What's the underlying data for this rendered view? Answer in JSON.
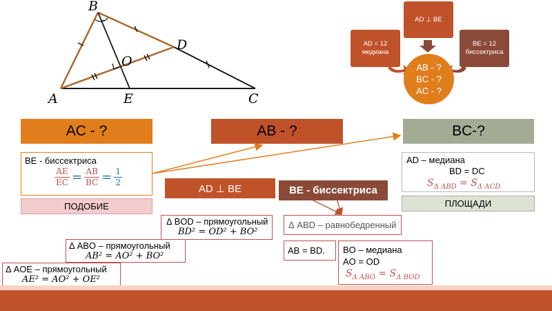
{
  "figure": {
    "points": {
      "A": "A",
      "B": "B",
      "C": "C",
      "D": "D",
      "E": "E",
      "O": "O"
    }
  },
  "headers": {
    "ac": "AC - ?",
    "ab": "AB - ?",
    "bc": "BC-?"
  },
  "left_box": {
    "title": "BE - биссектриса",
    "f1_num": "AE",
    "f1_den": "EC",
    "eq1": "=",
    "f2_num": "AB",
    "f2_den": "BC",
    "eq2": "=",
    "f3_num": "1",
    "f3_den": "2",
    "method": "ПОДОБИЕ"
  },
  "right_box": {
    "line1": "AD – медиана",
    "line2": "BD = DC",
    "s1": "S",
    "sub1": "Δ ABD",
    "eq": " = ",
    "s2": "S",
    "sub2": "Δ ACD",
    "method": "ПЛОЩАДИ"
  },
  "middle": {
    "perp": "AD ⊥ BE",
    "bisector": "BE - биссектриса",
    "isosceles_tri": "Δ",
    "isosceles": "ABD – равнобедренный",
    "ab_bd": "AB = BD.",
    "bo_median": "BO – медиана",
    "ao_od": "AO = OD",
    "sa": "S",
    "sa_sub": "Δ ABO",
    "sa_eq": " = ",
    "sb": "S",
    "sb_sub": "Δ BOD"
  },
  "right_triangles": {
    "bod_label": "Δ BOD – прямоугольный",
    "bod_formula": "BD² = OD² + BO²",
    "abo_label": "Δ ABO – прямоугольный",
    "abo_formula": "AB² = AO² + BO²",
    "aoe_label": "Δ AOE – прямоугольный",
    "aoe_formula": "AE² = AO² + OE²"
  },
  "hierarchy": {
    "top": "AD ⊥ BE",
    "left_line1": "AD = 12",
    "left_line2": "медиана",
    "right_line1": "BE = 12",
    "right_line2": "биссектриса",
    "center_line1": "AB - ?",
    "center_line2": "BC - ?",
    "center_line3": "AC - ?"
  },
  "colors": {
    "orange": "#e07e1c",
    "brick": "#c0522a",
    "brown": "#8b4a38",
    "gray_green": "#a3ab95",
    "pink": "#f3cccd",
    "triangle_side": "#a9692e",
    "footer": "#c0522a"
  }
}
